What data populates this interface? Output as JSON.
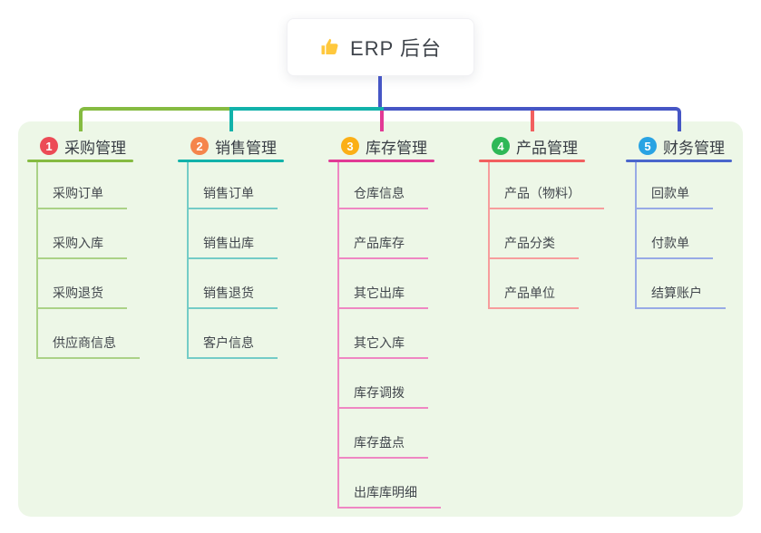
{
  "root": {
    "title": "ERP 后台",
    "icon": "thumbs-up-icon"
  },
  "colors": {
    "trunk_blue": "#4656c5",
    "panel_bg": "#edf7e7",
    "card_bg": "#ffffff",
    "text_dark": "#3e434a"
  },
  "branches": [
    {
      "num": "1",
      "label": "采购管理",
      "badge_color": "#ec4b56",
      "accent": "#85bb41",
      "accent_light": "#abd287",
      "children": [
        "采购订单",
        "采购入库",
        "采购退货",
        "供应商信息"
      ]
    },
    {
      "num": "2",
      "label": "销售管理",
      "badge_color": "#f5854c",
      "accent": "#12b2aa",
      "accent_light": "#74ccc7",
      "children": [
        "销售订单",
        "销售出库",
        "销售退货",
        "客户信息"
      ]
    },
    {
      "num": "3",
      "label": "库存管理",
      "badge_color": "#fbaf16",
      "accent": "#e23a95",
      "accent_light": "#ef87c3",
      "children": [
        "仓库信息",
        "产品库存",
        "其它出库",
        "其它入库",
        "库存调拨",
        "库存盘点",
        "出库库明细"
      ]
    },
    {
      "num": "4",
      "label": "产品管理",
      "badge_color": "#2eb857",
      "accent": "#f25f5f",
      "accent_light": "#f79d9d",
      "children": [
        "产品（物料）",
        "产品分类",
        "产品单位"
      ]
    },
    {
      "num": "5",
      "label": "财务管理",
      "badge_color": "#29a3e3",
      "accent": "#4a66cc",
      "accent_light": "#98aae6",
      "children": [
        "回款单",
        "付款单",
        "结算账户"
      ]
    }
  ]
}
